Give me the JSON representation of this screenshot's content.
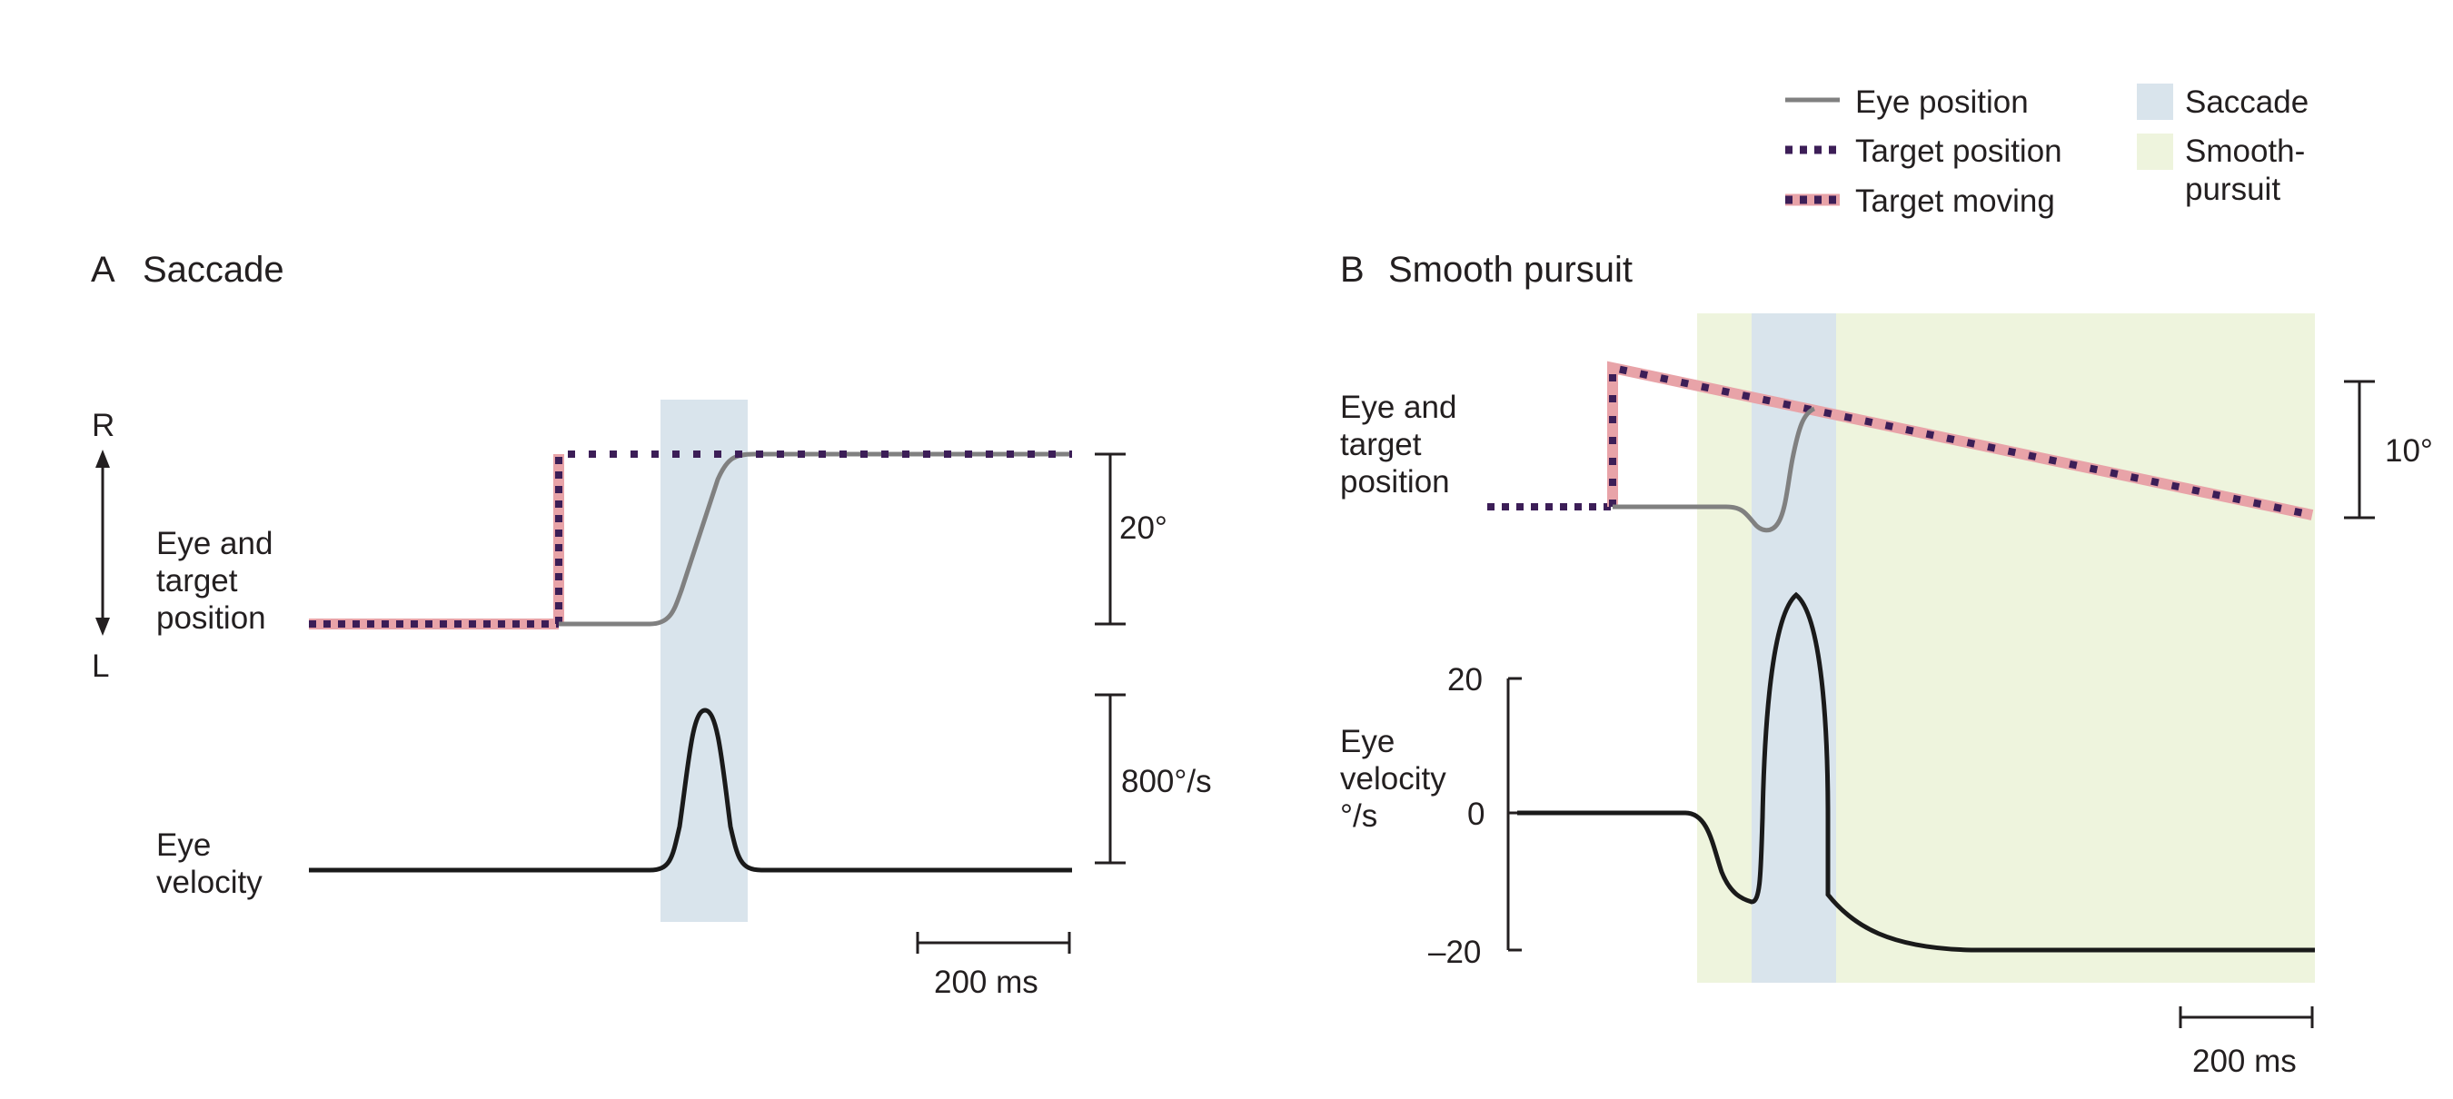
{
  "legend": {
    "eye_position": "Eye position",
    "target_position": "Target position",
    "target_moving": "Target moving",
    "saccade": "Saccade",
    "smooth_pursuit_line1": "Smooth-",
    "smooth_pursuit_line2": "pursuit"
  },
  "panel_a": {
    "letter": "A",
    "title": "Saccade",
    "direction_up": "R",
    "direction_down": "L",
    "position_label": [
      "Eye and",
      "target",
      "position"
    ],
    "velocity_label": [
      "Eye",
      "velocity"
    ],
    "scale_position": "20°",
    "scale_velocity": "800°/s",
    "scale_time": "200 ms"
  },
  "panel_b": {
    "letter": "B",
    "title": "Smooth pursuit",
    "position_label": [
      "Eye and",
      "target",
      "position"
    ],
    "velocity_label": [
      "Eye",
      "velocity",
      "°/s"
    ],
    "scale_position": "10°",
    "scale_time": "200 ms",
    "velocity_ticks": [
      "20",
      "0",
      "–20"
    ]
  },
  "colors": {
    "eye_position": "#808080",
    "target_position": "#3c1e57",
    "target_moving": "#e8a3a8",
    "saccade_band": "#d9e4ec",
    "pursuit_band": "#eef4dd",
    "velocity_trace": "#1a1a1a"
  }
}
